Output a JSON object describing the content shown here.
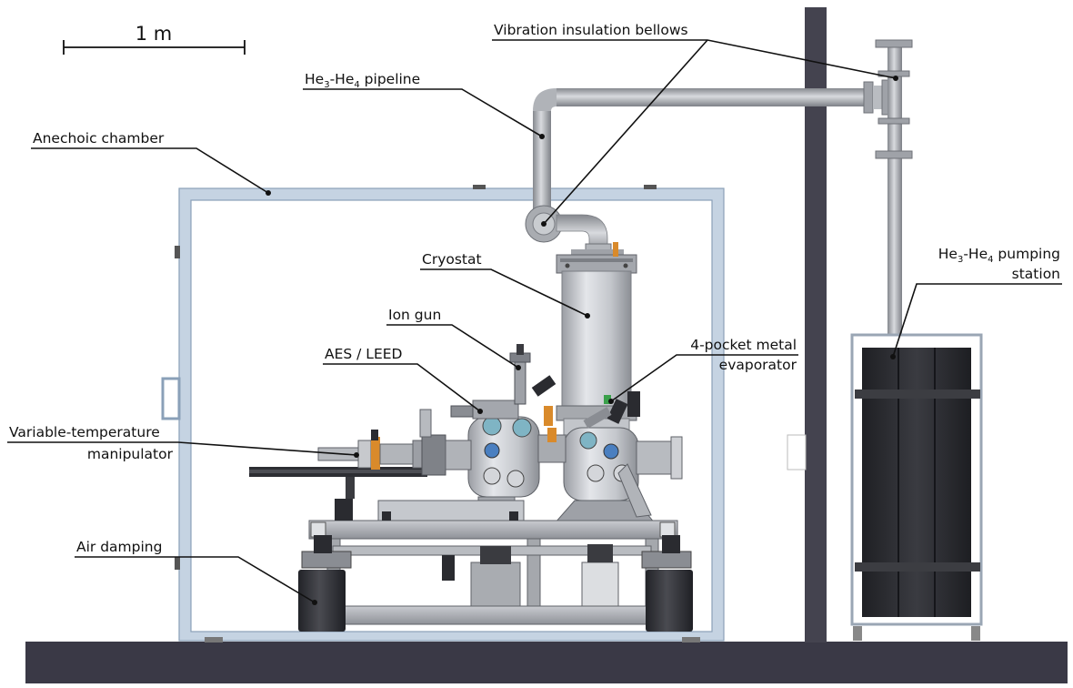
{
  "scale_bar": {
    "label": "1 m"
  },
  "labels": {
    "vibration_bellows": "Vibration insulation bellows",
    "pipeline_prefix": "He",
    "pipeline_sub1": "3",
    "pipeline_mid": "-He",
    "pipeline_sub2": "4",
    "pipeline_suffix": " pipeline",
    "anechoic_chamber": "Anechoic chamber",
    "cryostat": "Cryostat",
    "pump_prefix": "He",
    "pump_sub1": "3",
    "pump_mid": "-He",
    "pump_sub2": "4",
    "pump_suffix": " pumping",
    "pump_line2": "station",
    "ion_gun": "Ion gun",
    "aes_leed": "AES / LEED",
    "evaporator_line1": "4-pocket metal",
    "evaporator_line2": "evaporator",
    "manipulator_line1": "Variable-temperature",
    "manipulator_line2": "manipulator",
    "air_damping": "Air damping"
  },
  "colors": {
    "floor": "#3a3946",
    "wall_column": "#44434f",
    "chamber_frame": "#c5d3e2",
    "chamber_frame_edge": "#8aa0b8",
    "steel": "#b6b8bd",
    "steel_dark": "#7d8087",
    "pump_body": "#2a2b30",
    "damper": "#2f3035",
    "strap": "#3c3d42",
    "accent_orange": "#d98a2b",
    "accent_blue": "#4a7fc0"
  }
}
